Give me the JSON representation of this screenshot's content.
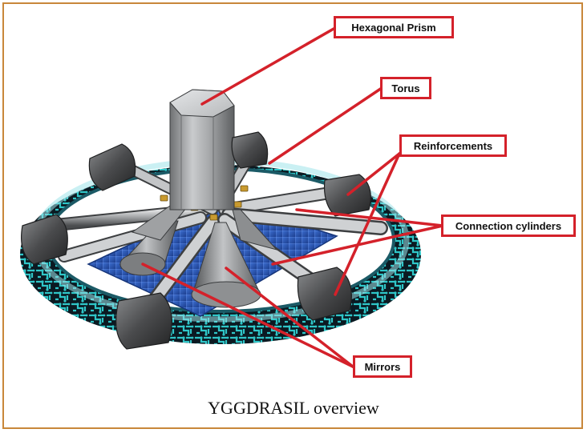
{
  "labels": {
    "hexagonal_prism": "Hexagonal Prism",
    "torus": "Torus",
    "reinforcements": "Reinforcements",
    "connection_cylinders": "Connection cylinders",
    "mirrors": "Mirrors"
  },
  "caption": "YGGDRASIL overview",
  "colors": {
    "callout_border": "#d4212a",
    "leader_line": "#d4212a",
    "frame_border": "#c8873a",
    "torus_teal": "#2fc6c8",
    "torus_dark": "#0b1a22",
    "metal_gray": "#9a9c9f",
    "panel_blue": "#2a58b8"
  }
}
